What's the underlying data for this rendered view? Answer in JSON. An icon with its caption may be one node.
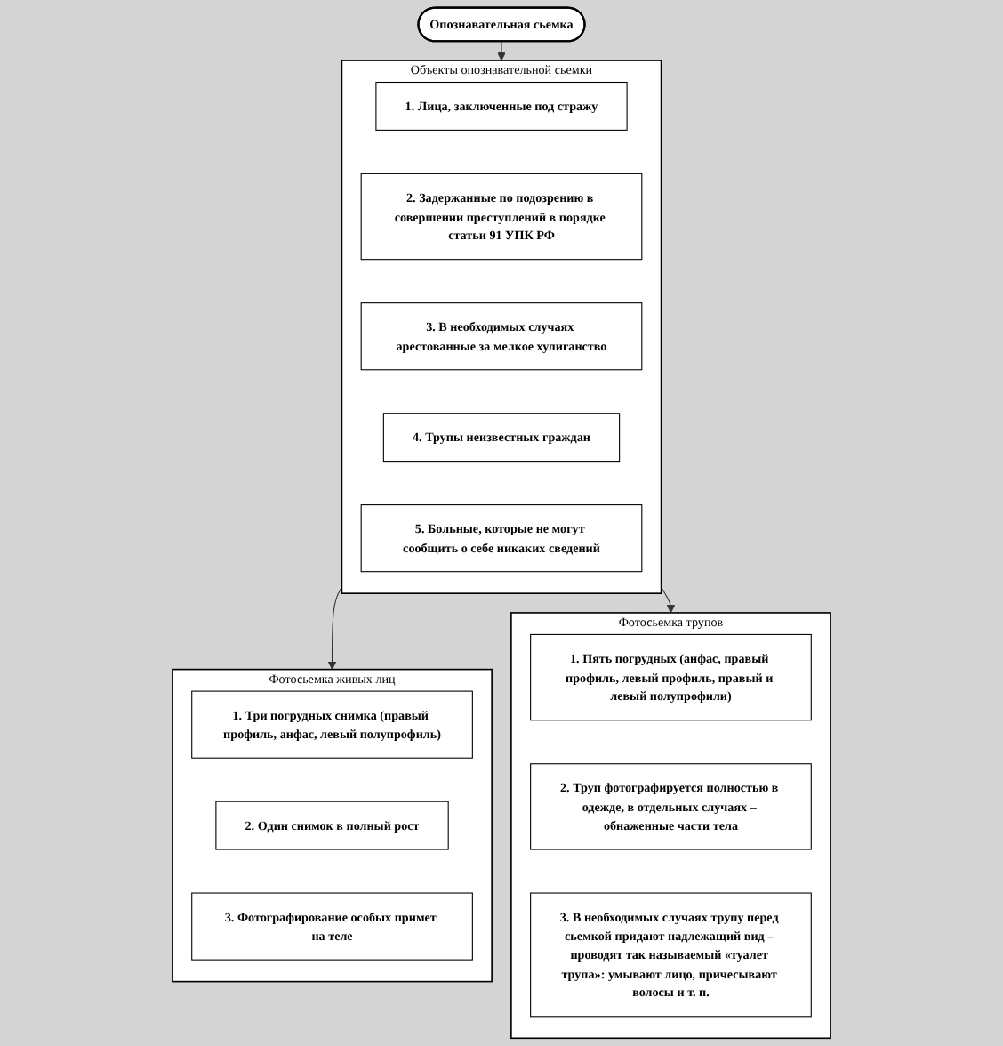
{
  "diagram": {
    "nodes": [
      {
        "text": [
          "Опознавательная сьемка"
        ]
      },
      {
        "text": [
          "Объекты опознавательной сьемки"
        ]
      },
      {
        "text": [
          "1. Лица, заключенные под стражу"
        ],
        "in": 1
      },
      {
        "text": [
          "2. Задержанные по подозрению в совершении преступлений в порядке статьи 91 УПК РФ"
        ],
        "in": 1
      },
      {
        "text": [
          "3. В необходимых случаях арестованные за мелкое хулиганство"
        ],
        "in": 1
      },
      {
        "text": [
          "4. Трупы неизвестных граждан"
        ],
        "in": 1
      },
      {
        "text": [
          "5. Больные, которые не могут сообщить о себе никаких сведений"
        ],
        "in": 1
      },
      {
        "text": [
          "Фотосьемка живых лиц"
        ]
      },
      {
        "text": [
          "1. Три погрудных снимка (правый профиль, анфас, левый полупрофиль)"
        ],
        "in": 7
      },
      {
        "text": [
          "2. Один снимок в полный рост"
        ],
        "in": 7
      },
      {
        "text": [
          "3. Фотографирование особых примет на теле"
        ],
        "in": 7
      },
      {
        "text": [
          "Фотосьемка трупов"
        ]
      },
      {
        "text": [
          "1. Пять погрудных (анфас, правый профиль, левый профиль, правый и левый полупрофили)"
        ],
        "in": 11
      },
      {
        "text": [
          "2. Труп фотографируется полностью в одежде, в отдельных случаях – обнаженные части тела"
        ],
        "in": 11
      },
      {
        "text": [
          "3. В необходимых случаях трупу перед сьемкой придают надлежащий вид – проводят так называемый «туалет трупа»: умывают лицо, причесывают волосы и т. п."
        ],
        "in": 11
      }
    ],
    "edges": [
      {
        "from": 0,
        "to": 1,
        "arrow": "to"
      },
      {
        "from": 1,
        "to": 7,
        "arrow": "to"
      },
      {
        "from": 1,
        "to": 11,
        "arrow": "to"
      }
    ]
  }
}
